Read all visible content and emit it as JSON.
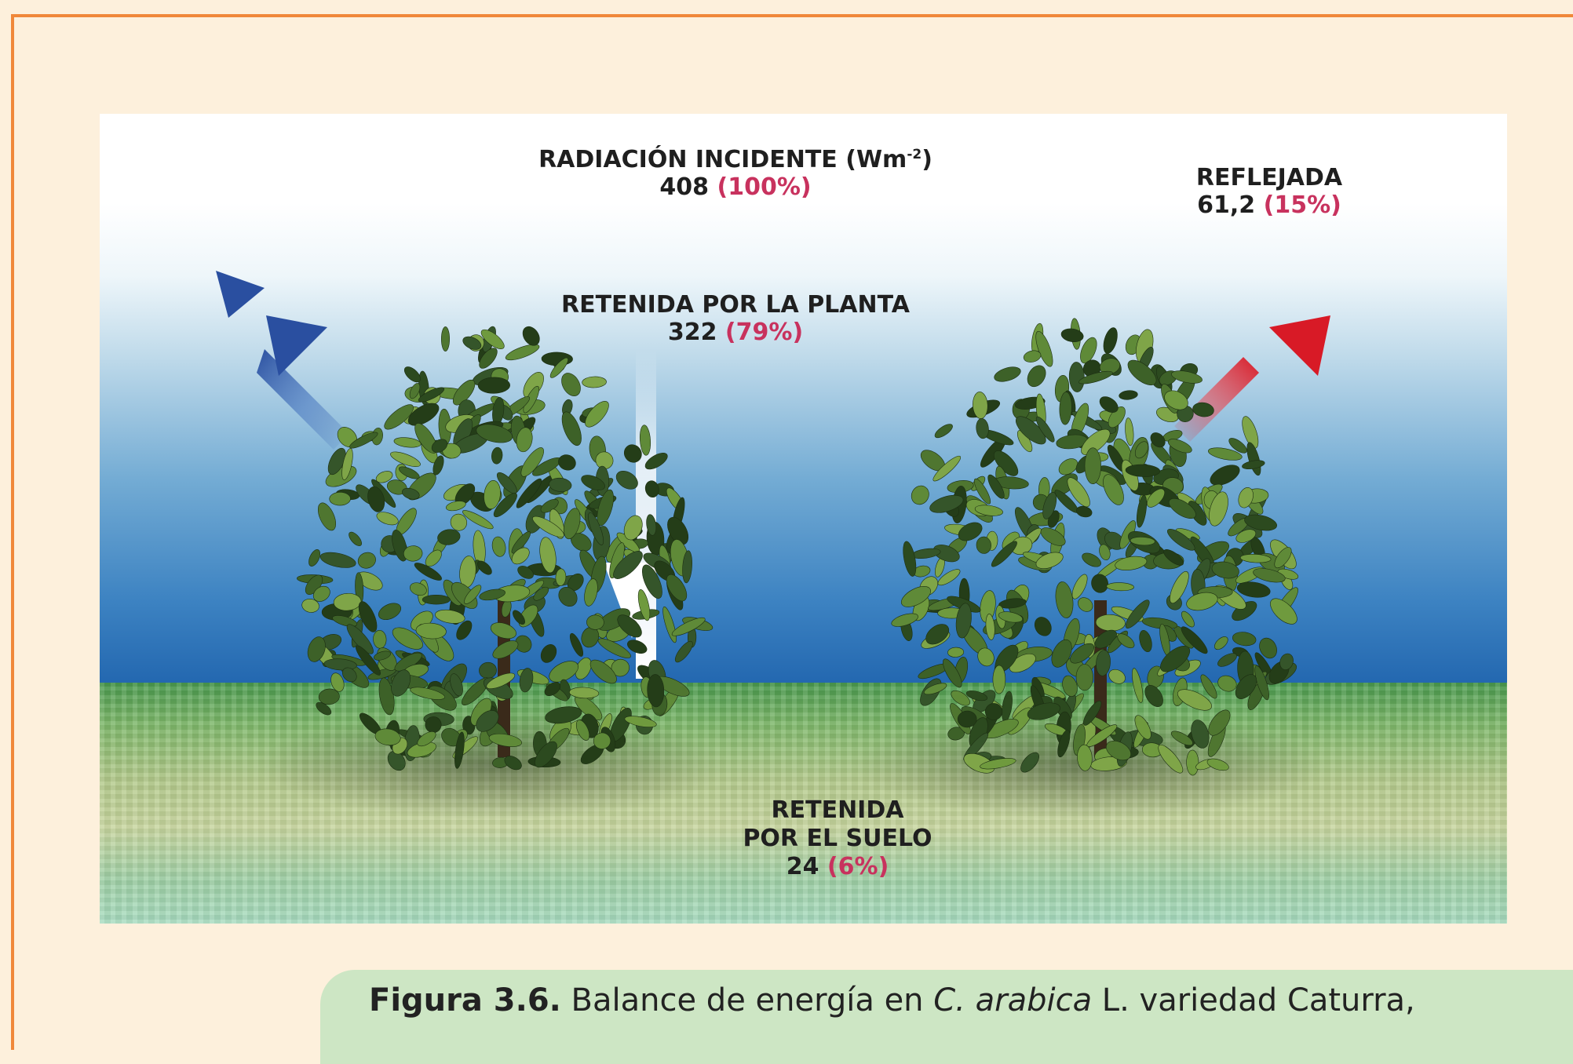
{
  "labels": {
    "incident": {
      "title": "RADIACIÓN INCIDENTE (Wm",
      "sup": "-2",
      "close": ")",
      "value": "408",
      "pct": "(100%)"
    },
    "reflected": {
      "title": "REFLEJADA",
      "value": "61,2",
      "pct": "(15%)"
    },
    "plant": {
      "title": "RETENIDA POR LA PLANTA",
      "value": "322",
      "pct": "(79%)"
    },
    "soil": {
      "title1": "RETENIDA",
      "title2": "POR EL SUELO",
      "value": "24",
      "pct": "(6%)"
    }
  },
  "caption": {
    "figure": "Figura 3.6.",
    "text1": " Balance de energía en ",
    "species": "C. arabica",
    "text2": " L. variedad Caturra,"
  },
  "colors": {
    "frame": "#f0883a",
    "background": "#fdf0dc",
    "caption_bg": "#cde6c4",
    "percent": "#c8325e",
    "blue_arrow": "#2c55a8",
    "red_arrow": "#e0202c"
  },
  "icons": {
    "incident_arrow": "arrow-down-white",
    "left_arrow": "arrow-up-left-blue",
    "right_arrow": "arrow-up-right-red",
    "plants": "coffee-plant-illustration"
  }
}
